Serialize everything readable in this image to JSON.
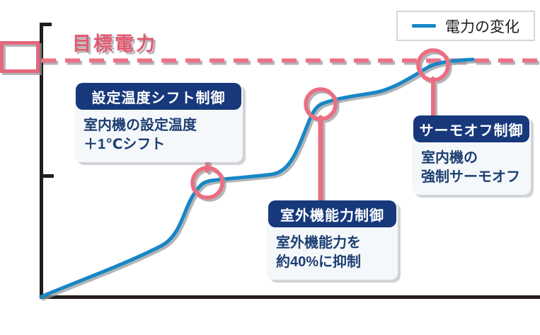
{
  "legend": {
    "label": "電力の変化",
    "line_color": "#1786c6"
  },
  "target": {
    "label": "目標電力",
    "color": "#e25a70"
  },
  "annotations": [
    {
      "title": "設定温度シフト制御",
      "body_lines": [
        "室内機の設定温度",
        "＋1℃シフト"
      ]
    },
    {
      "title": "室外機能力制御",
      "body_lines": [
        "室外機能力を",
        "約40%に抑制"
      ]
    },
    {
      "title": "サーモオフ制御",
      "body_lines": [
        "室内機の",
        "強制サーモオフ"
      ]
    }
  ],
  "colors": {
    "line": "#1786c6",
    "pink": "#ec6d80",
    "target_text": "#e25a70",
    "header_navy": "#17397c",
    "body_text": "#1d3f72",
    "axis": "#221d1a"
  },
  "chart_data": {
    "type": "line",
    "title": "",
    "legend_position": "top-right",
    "grid": false,
    "xlim": [
      0,
      100
    ],
    "ylim": [
      0,
      110
    ],
    "series": [
      {
        "name": "電力の変化",
        "x": [
          0,
          8.9,
          17.4,
          24.8,
          28.5,
          31.0,
          33.4,
          40.1,
          46.5,
          51.4,
          54.2,
          56.1,
          61.3,
          66.7,
          71.9,
          75.5,
          78.6,
          82.6,
          86.5
        ],
        "y": [
          0,
          7.5,
          14.3,
          22.7,
          35.8,
          44.2,
          48.4,
          50.4,
          51.9,
          64.2,
          76.1,
          81.5,
          84.5,
          86.3,
          91.9,
          95.8,
          97.9,
          99.7,
          100.0
        ]
      }
    ],
    "target_line": {
      "label": "目標電力",
      "value": 100,
      "style": "dashed",
      "color": "#ec7386"
    },
    "markers": [
      {
        "x": 33.4,
        "y": 48.4,
        "label": "設定温度シフト制御",
        "note": "室内機の設定温度＋1℃シフト"
      },
      {
        "x": 56.1,
        "y": 81.5,
        "label": "室外機能力制御",
        "note": "室外機能力を約40%に抑制"
      },
      {
        "x": 78.6,
        "y": 97.9,
        "label": "サーモオフ制御",
        "note": "室内機の強制サーモオフ"
      }
    ]
  }
}
